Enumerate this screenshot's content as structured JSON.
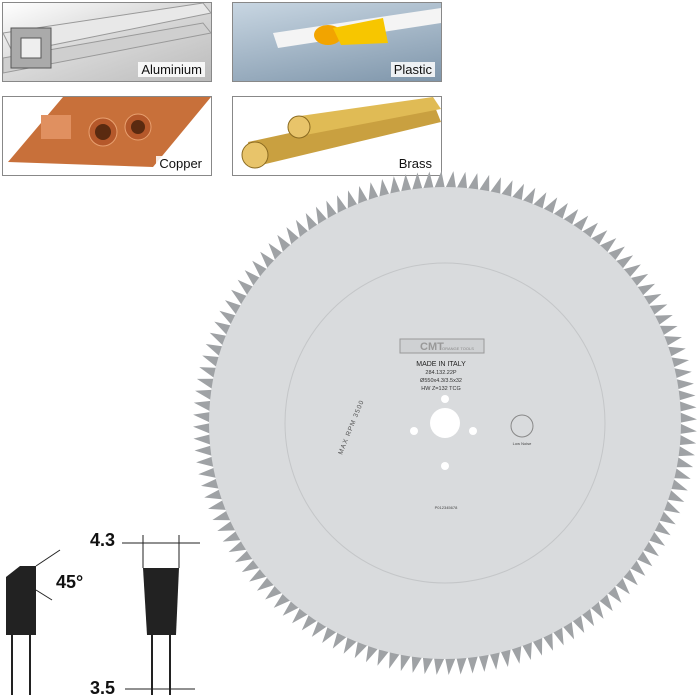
{
  "materials": [
    {
      "label": "Aluminium"
    },
    {
      "label": "Plastic"
    },
    {
      "label": "Copper"
    },
    {
      "label": "Brass"
    }
  ],
  "blade": {
    "brand": "CMT",
    "brand_sub": "ORANGE TOOLS",
    "made_in": "MADE IN ITALY",
    "code": "284.132.22P",
    "size": "Ø550x4.3/3.5x32",
    "teeth": "HW Z=132 TCG",
    "rpm": "MAX RPM 3500",
    "low_noise": "Low Noise",
    "serial": "P012345678",
    "tooth_count": 132,
    "color": "#d4d6d8"
  },
  "diagram": {
    "kerf": "4.3",
    "plate": "3.5",
    "angle": "45°"
  }
}
